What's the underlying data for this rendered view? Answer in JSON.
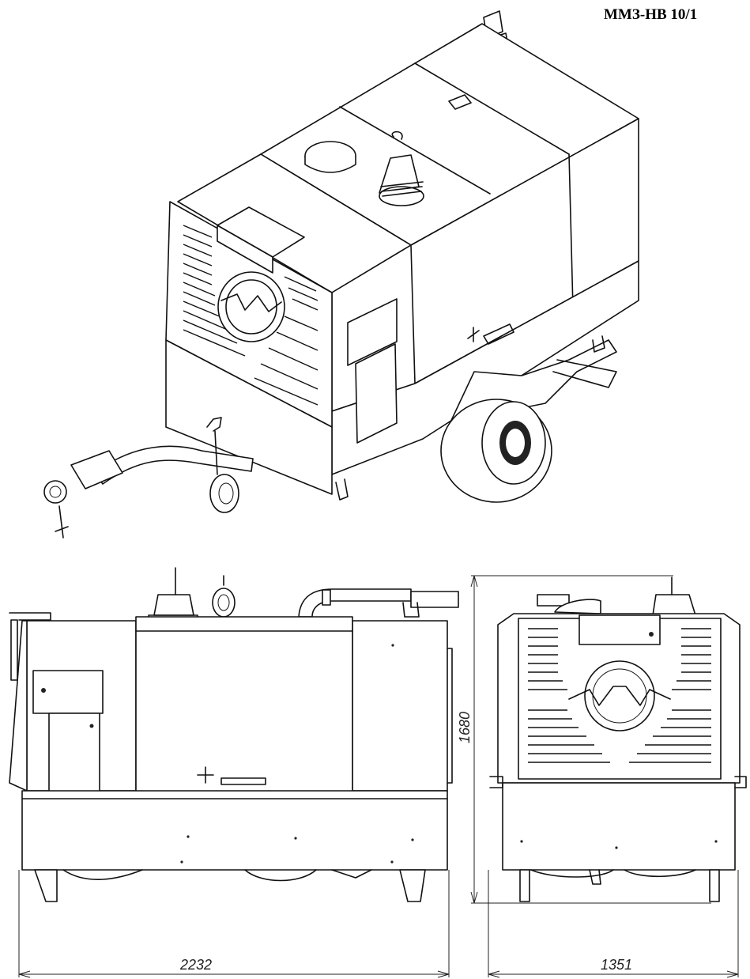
{
  "title": "ММЗ-НВ 10/1",
  "dimensions": {
    "length": "2232",
    "width": "1351",
    "height": "1680"
  }
}
